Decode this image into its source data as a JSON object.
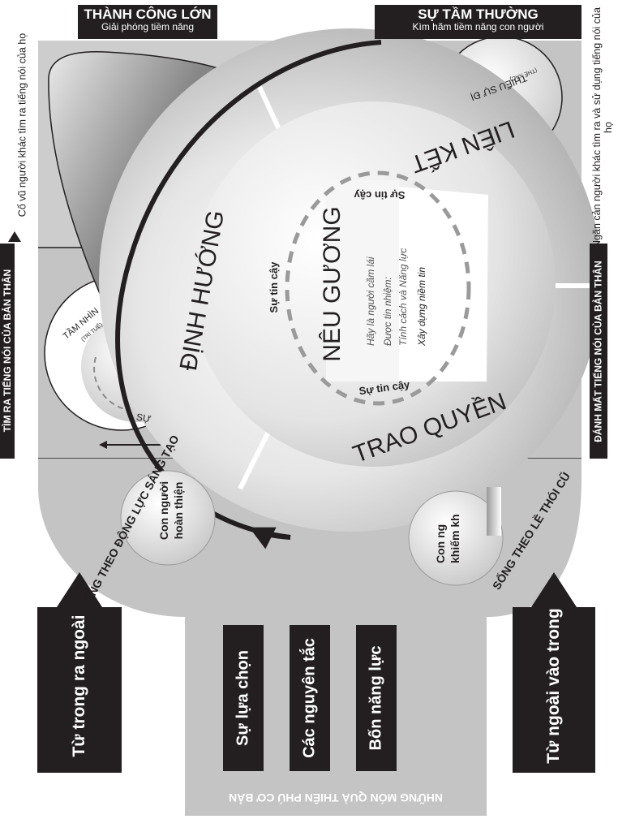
{
  "top_left_header": {
    "title": "THÀNH CÔNG LỚN",
    "subtitle": "Giải phóng tiềm năng"
  },
  "top_right_header": {
    "title": "SỰ TẦM THƯỜNG",
    "subtitle": "Kìm hãm tiềm năng con người"
  },
  "left_side": {
    "label_dark": "TÌM RA TIẾNG NÓI CỦA BẢN THÂN",
    "label_light": "Cổ vũ người khác tìm ra tiếng nói của họ"
  },
  "right_side": {
    "label_dark": "ĐÁNH MẤT TIẾNG NÓI CỦA BẢN THÂN",
    "label_light": "Ngăn cản người khác tìm ra và sử dụng tiếng nói của họ"
  },
  "ring_segments": {
    "top_left": "ĐỊNH HƯỚNG",
    "top_right": "LIÊN KẾT",
    "bottom": "TRAO QUYỀN"
  },
  "center": {
    "title": "NÊU GƯƠNG",
    "trust_top": "Sự tin cậy",
    "trust_left": "Sự tin cậy",
    "trust_bottom": "Sự tin cậy",
    "bullets": [
      "Hãy là người cầm lái",
      "Được tin nhiệm:",
      "Tính cách và Năng lực",
      "Xây dựng niềm tin"
    ]
  },
  "small_circle_left": {
    "title": "TẦM NHÌN",
    "subtitle": "(TRÍ TUỆ)",
    "fragment": "SỰ"
  },
  "small_circle_top_right": {
    "title": "THIẾU SỰ ĐỊ",
    "subtitle": "(THỂ XÁC)"
  },
  "bottom_left_circle": {
    "line1": "Con người",
    "line2": "hoàn thiện"
  },
  "bottom_right_circle": {
    "line1": "Con ng",
    "line2": "khiếm kh"
  },
  "arc_labels": {
    "left": "SỐNG THEO ĐỘNG LỰC SÁNG TẠO",
    "right": "SỐNG THEO LỀ THÓI CŨ"
  },
  "arrows": {
    "left": "Từ trong ra ngoài",
    "right": "Từ ngoài vào trong"
  },
  "pillars": [
    "Sự lựa chọn",
    "Các nguyên tắc",
    "Bốn năng lực"
  ],
  "bottom_banner": "NHỮNG MÓN QUÀ THIÊN PHÚ CƠ BẢN",
  "colors": {
    "dark": "#231f20",
    "panel": "#c4c4c4",
    "light_panel": "#d4d4d4",
    "white": "#ffffff"
  }
}
